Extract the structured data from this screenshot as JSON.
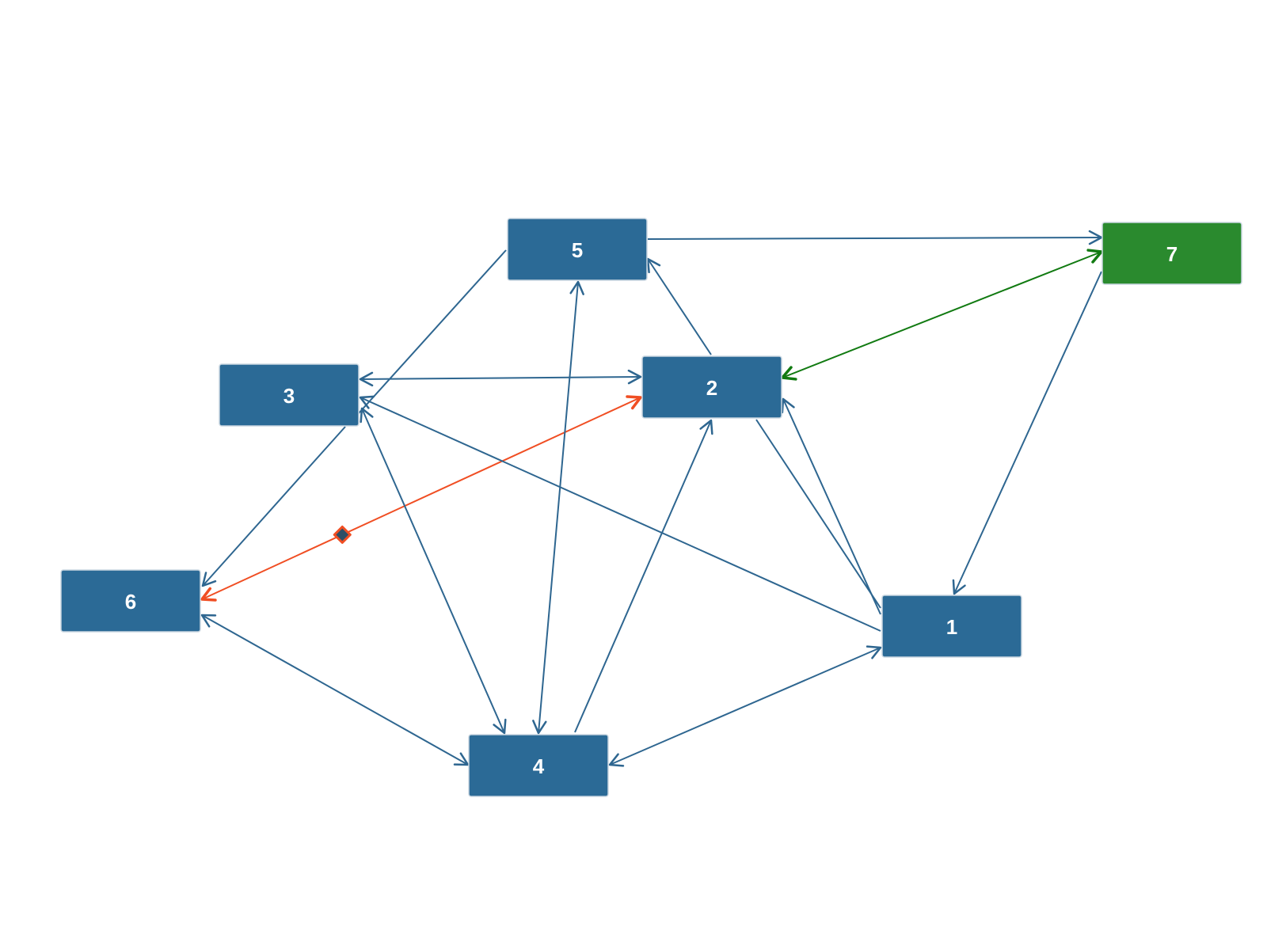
{
  "colors": {
    "node_default": "#2b6a96",
    "node_selected": "#2a8a2e",
    "edge_default": "#2e6690",
    "edge_selected": "#117a11",
    "edge_highlight": "#f04e23",
    "handle_fill": "#2d4f66"
  },
  "nodes": [
    {
      "id": "1",
      "label": "1",
      "state": "default"
    },
    {
      "id": "2",
      "label": "2",
      "state": "default"
    },
    {
      "id": "3",
      "label": "3",
      "state": "default"
    },
    {
      "id": "4",
      "label": "4",
      "state": "default"
    },
    {
      "id": "5",
      "label": "5",
      "state": "default"
    },
    {
      "id": "6",
      "label": "6",
      "state": "default"
    },
    {
      "id": "7",
      "label": "7",
      "state": "selected"
    }
  ],
  "edges": [
    {
      "from": "5",
      "to": "7",
      "arrow": "end",
      "style": "default"
    },
    {
      "from": "2",
      "to": "7",
      "arrow": "both",
      "style": "selected"
    },
    {
      "from": "7",
      "to": "1",
      "arrow": "end",
      "style": "default"
    },
    {
      "from": "2",
      "to": "5",
      "arrow": "end",
      "style": "default"
    },
    {
      "from": "3",
      "to": "2",
      "arrow": "both",
      "style": "default"
    },
    {
      "from": "5",
      "to": "3",
      "arrow": "none",
      "style": "default"
    },
    {
      "from": "6",
      "to": "2",
      "arrow": "both",
      "style": "highlight",
      "handle": true
    },
    {
      "from": "3",
      "to": "6",
      "arrow": "end",
      "style": "default"
    },
    {
      "from": "1",
      "to": "3",
      "arrow": "end",
      "style": "default"
    },
    {
      "from": "3",
      "to": "4",
      "arrow": "both",
      "style": "default"
    },
    {
      "from": "5",
      "to": "4",
      "arrow": "both",
      "style": "default"
    },
    {
      "from": "4",
      "to": "2",
      "arrow": "end",
      "style": "default"
    },
    {
      "from": "2",
      "to": "1",
      "arrow": "none",
      "style": "default"
    },
    {
      "from": "1",
      "to": "2",
      "arrow": "end",
      "style": "default"
    },
    {
      "from": "6",
      "to": "4",
      "arrow": "both",
      "style": "default"
    },
    {
      "from": "4",
      "to": "1",
      "arrow": "both",
      "style": "default"
    }
  ]
}
